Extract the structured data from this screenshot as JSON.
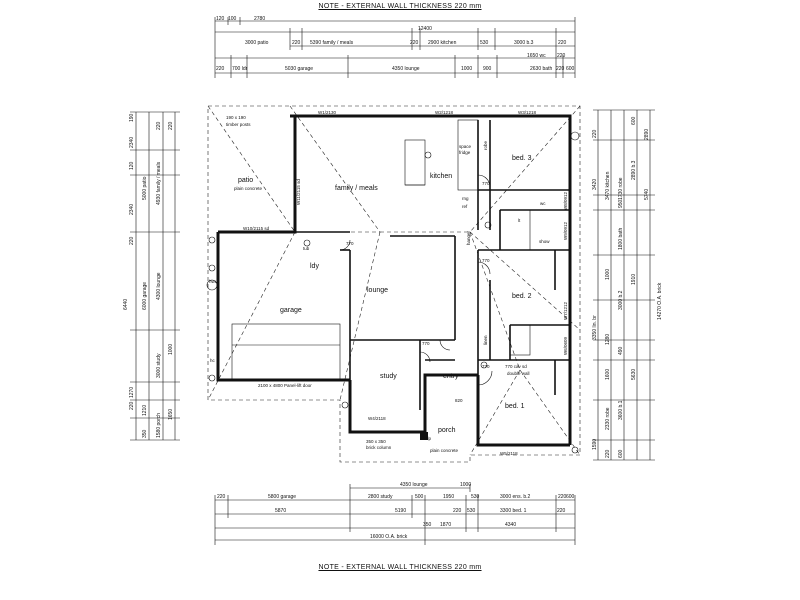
{
  "notes": {
    "top": "NOTE - EXTERNAL WALL THICKNESS 220 mm",
    "bottom": "NOTE - EXTERNAL WALL THICKNESS 220 mm"
  },
  "top_dims": {
    "r1": [
      "120",
      "100",
      "2780"
    ],
    "overall": "12400",
    "r2": [
      "3000 patio",
      "220",
      "5390 family / meals",
      "220",
      "2900 kitchen",
      "530",
      "3000 b.3",
      "220"
    ],
    "r3": [
      "1650 wc",
      "220"
    ],
    "r4": [
      "220",
      "700 ldr",
      "5030 garage",
      "4350 lounge",
      "1000",
      "900",
      "2630 bath",
      "220",
      "600"
    ]
  },
  "left_dims": {
    "outer": [
      "190",
      "2340",
      "120",
      "2340",
      "220",
      "1270",
      "220",
      "1210",
      "350"
    ],
    "mid": [
      "5000 patio",
      "6000 garage",
      "1580 porch"
    ],
    "inner": [
      "220",
      "4930 family / meals",
      "4300 lounge",
      "3000 study",
      "1000",
      "220",
      "1650"
    ],
    "overall": "6440"
  },
  "right_dims": {
    "a": [
      "220",
      "3420",
      "3470 kitchen",
      "1730 robe"
    ],
    "b": [
      "600",
      "2890",
      "2890 b.3",
      "950",
      "5740",
      "1800 bath",
      "1000",
      "1910",
      "3350 lin. br",
      "3000 b.2",
      "1280",
      "490",
      "1600",
      "2330 robe",
      "3600 b.1",
      "5630",
      "1590",
      "220",
      "600"
    ],
    "overall": "14270 O.A. brick"
  },
  "bottom_dims": {
    "r1": [
      "4350 lounge",
      "1000"
    ],
    "r2": [
      "220",
      "5800 garage",
      "2800 study",
      "500",
      "1950",
      "530",
      "3000 ens. b.2",
      "220",
      "600"
    ],
    "r3": [
      "5870",
      "5190",
      "220",
      "530",
      "3300 bed. 1",
      "220"
    ],
    "r4": [
      "350",
      "1870",
      "4340"
    ],
    "overall": "16000 O.A. brick"
  },
  "rooms": {
    "patio": "patio",
    "patio_sub": "plain concrete",
    "family": "family / meals",
    "kitchen": "kitchen",
    "bed3": "bed. 3",
    "ldy": "ldy",
    "garage": "garage",
    "lounge": "lounge",
    "bed2": "bed. 2",
    "study": "study",
    "entry": "entry",
    "bed1": "bed. 1",
    "porch": "porch",
    "porch_sub": "plain concrete"
  },
  "labels": {
    "posts": "190 x 190",
    "timber_posts": "timber posts",
    "w1": "W1/2130",
    "w2": "W2/1218",
    "w3": "W3/1218",
    "w10": "W10/2115 sd",
    "w11": "W11/2115 sd",
    "w4": "W4/2118",
    "w5": "W5/2118",
    "w9": "W9/0912",
    "w8": "W8/0912",
    "w7": "W7/1212",
    "w6": "W6/0609",
    "garage_door": "2100 x 4800 Panel-lift door",
    "brick_column": "350 x 350",
    "brick_column_2": "brick column",
    "door_770a": "770",
    "door_770b": "770",
    "door_770c": "770",
    "door_770d": "770",
    "door_770e": "770",
    "door_820": "820",
    "cav_sd": "770 cav sd",
    "double_wall": "double wall",
    "hanger": "hanger",
    "robe": "robe",
    "linen": "linen",
    "space": "space",
    "fridge": "fridge",
    "rng": "rng",
    "ref": "ref",
    "hwu": "hwu",
    "tub": "tub",
    "lt": "lt",
    "hc": "hc",
    "dp": "dp",
    "wc": "wc",
    "shower": "show"
  }
}
